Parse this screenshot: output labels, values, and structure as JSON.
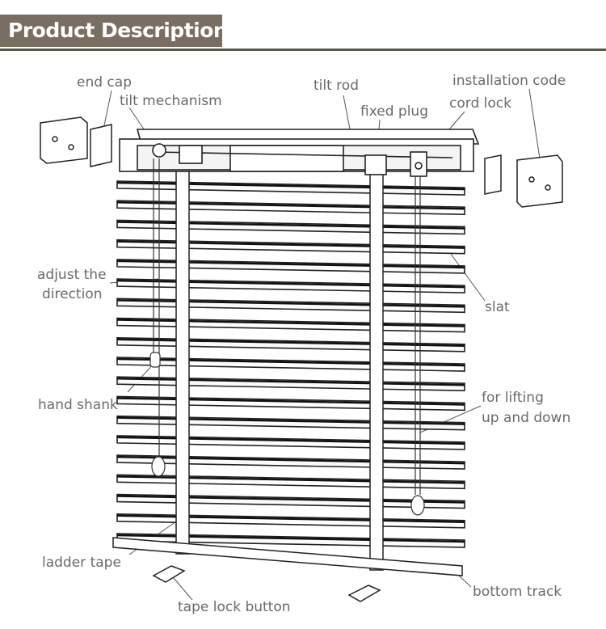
{
  "header": {
    "title": "Product Description",
    "bar_color": "#7a6e62",
    "rule_color": "#5c5650"
  },
  "labels": {
    "end_cap": "end cap",
    "tilt_mechanism": "tilt mechanism",
    "tilt_rod": "tilt rod",
    "installation_code": "installation code",
    "fixed_plug": "fixed plug",
    "cord_lock": "cord lock",
    "adjust_direction_line1": "adjust the",
    "adjust_direction_line2": "direction",
    "slat": "slat",
    "hand_shank": "hand shank",
    "lifting_line1": "for lifting",
    "lifting_line2": "up and down",
    "ladder_tape": "ladder tape",
    "bottom_track": "bottom track",
    "tape_lock_button": "tape lock button"
  },
  "diagram": {
    "subject": "venetian blind",
    "slat_count": 19,
    "label_color": "#6a6a6a",
    "line_color": "#222222"
  }
}
